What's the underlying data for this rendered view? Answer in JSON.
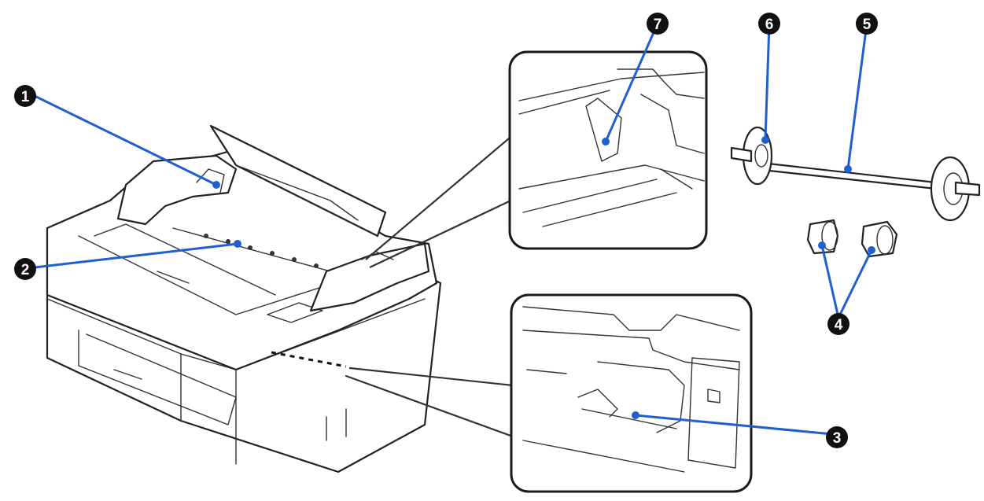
{
  "callouts": [
    {
      "id": "1",
      "label": "1"
    },
    {
      "id": "2",
      "label": "2"
    },
    {
      "id": "3",
      "label": "3"
    },
    {
      "id": "4",
      "label": "4"
    },
    {
      "id": "5",
      "label": "5"
    },
    {
      "id": "6",
      "label": "6"
    },
    {
      "id": "7",
      "label": "7"
    }
  ],
  "colors": {
    "leader": "#1f5fd0",
    "outline": "#222222",
    "callout": "#111111"
  }
}
